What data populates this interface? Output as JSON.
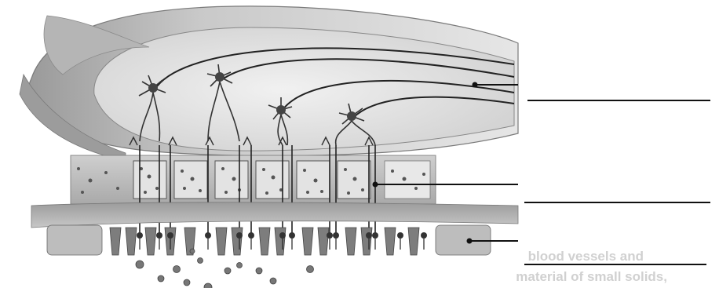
{
  "diagram": {
    "subject": "olfactory epithelium and olfactory bulb cross-section",
    "label_blanks": [
      {
        "value": ""
      },
      {
        "value": ""
      },
      {
        "value": ""
      }
    ],
    "bleed_through_text": {
      "line1": "blood vessels and",
      "line2": "material of small solids,"
    },
    "colors": {
      "tissue_dark": "#6e6e6e",
      "tissue_mid": "#a8a8a8",
      "tissue_light": "#d9d9d9",
      "line": "#111111"
    }
  }
}
